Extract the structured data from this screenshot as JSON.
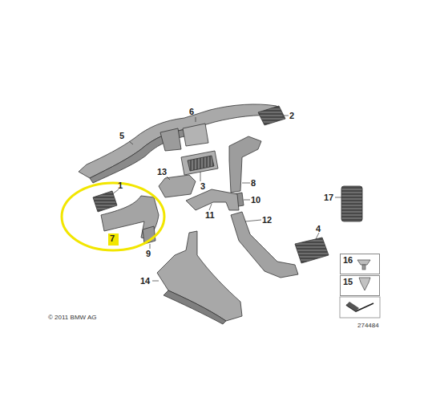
{
  "diagram": {
    "nodes": [
      {
        "text": [
          "7"
        ]
      },
      {
        "text": [
          "16"
        ]
      },
      {
        "text": [
          "15"
        ]
      }
    ],
    "labels": [
      "6",
      "2",
      "5",
      "1",
      "13",
      "3",
      "8",
      "10",
      "17",
      "11",
      "12",
      "4",
      "9",
      "14",
      "© 2011 BMW AG",
      "274484"
    ]
  }
}
